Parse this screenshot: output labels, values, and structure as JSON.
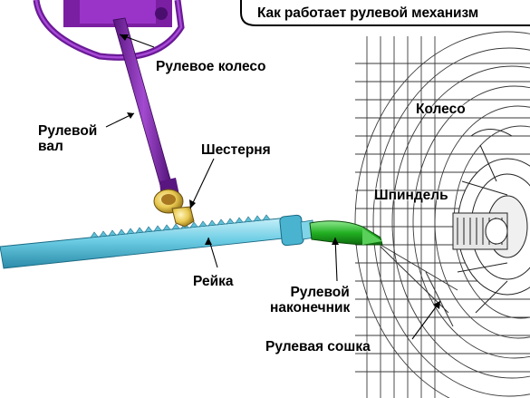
{
  "title": "Как работает рулевой механизм",
  "labels": {
    "steering_wheel": "Рулевое колесо",
    "steering_shaft_line1": "Рулевой",
    "steering_shaft_line2": "вал",
    "pinion": "Шестерня",
    "wheel": "Колесо",
    "spindle": "Шпиндель",
    "rack": "Рейка",
    "tie_rod_end_line1": "Рулевой",
    "tie_rod_end_line2": "наконечник",
    "steering_arm": "Рулевая сошка"
  },
  "colors": {
    "steering_wheel": "#7b1fa2",
    "rack": "#5ec8e0",
    "pinion": "#e8d060",
    "tie_rod_end": "#22b022",
    "wheel_wire": "#444444"
  }
}
